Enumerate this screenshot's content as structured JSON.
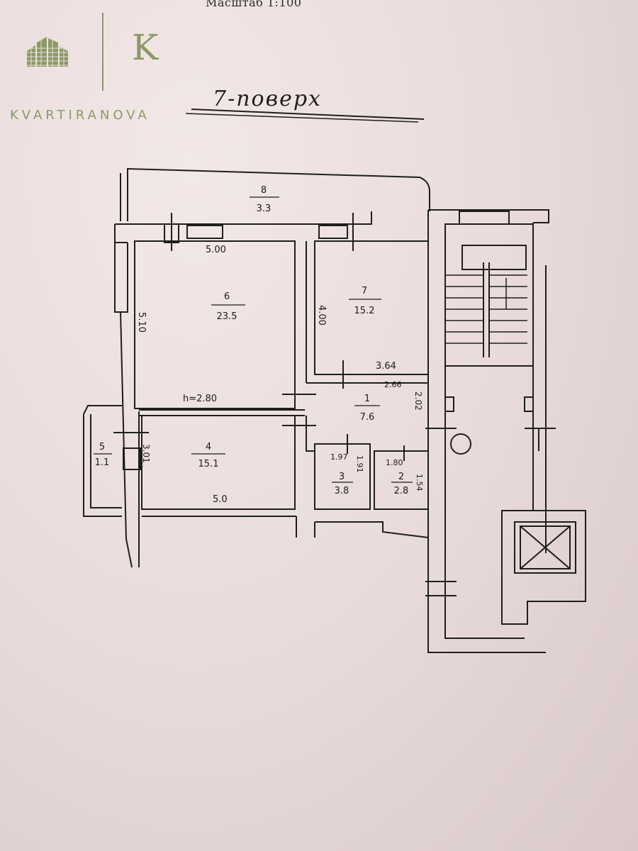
{
  "header": {
    "scale": "Масштаб 1:100"
  },
  "branding": {
    "logo_letter": "K",
    "name": "KVARTIRANOVA",
    "color": "#8b9a66"
  },
  "floor_label": "7-поверх",
  "rooms": [
    {
      "number": "8",
      "area": "3.3"
    },
    {
      "number": "6",
      "area": "23.5"
    },
    {
      "number": "7",
      "area": "15.2"
    },
    {
      "number": "1",
      "area": "7.6"
    },
    {
      "number": "4",
      "area": "15.1"
    },
    {
      "number": "5",
      "area": "1.1"
    },
    {
      "number": "3",
      "area": "3.8"
    },
    {
      "number": "2",
      "area": "2.8"
    }
  ],
  "dimensions": {
    "room6_width": "5.00",
    "room6_depth": "5.10",
    "ceiling_height": "h=2.80",
    "room7_depth": "4.00",
    "room7_width": "3.64",
    "hall_width": "2.66",
    "hall_depth": "2.02",
    "room4_width": "5.0",
    "room4_depth": "3.01",
    "room3_width": "1.97",
    "room3_depth": "1.91",
    "room2_width": "1.80",
    "room2_depth": "1.54"
  }
}
